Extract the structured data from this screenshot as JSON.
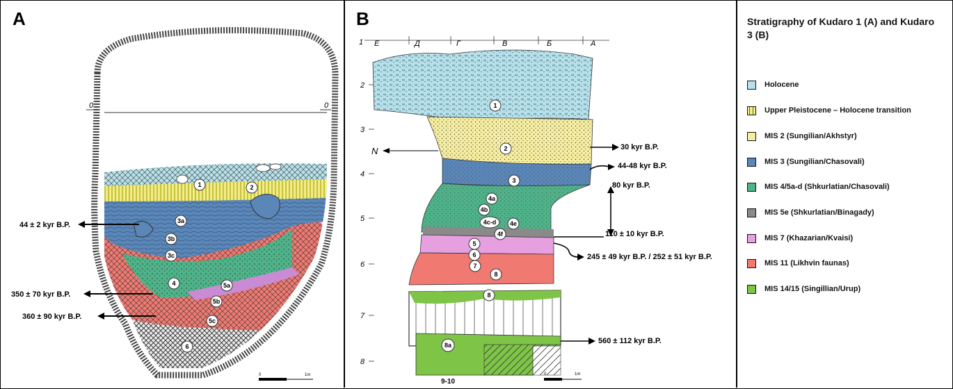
{
  "panel_a": {
    "letter": "A",
    "zero_mark_left": "0",
    "zero_mark_right": "0",
    "scale_label": "0",
    "scale_unit": "1m",
    "layers": [
      "1",
      "2",
      "3a",
      "3b",
      "3c",
      "4",
      "5a",
      "5b",
      "5c",
      "6"
    ],
    "dates": [
      "44 ± 2 kyr B.P.",
      "350 ± 70 kyr B.P.",
      "360 ± 90 kyr B.P."
    ]
  },
  "panel_b": {
    "letter": "B",
    "grid_cols": [
      "Е",
      "Д",
      "Г",
      "В",
      "Б",
      "А"
    ],
    "depth_ticks": [
      "1",
      "2",
      "3",
      "4",
      "5",
      "6",
      "7",
      "8"
    ],
    "north": "N",
    "layers": [
      "1",
      "2",
      "3",
      "4a",
      "4b",
      "4c-d",
      "4e",
      "4f",
      "5",
      "6",
      "7",
      "8",
      "8",
      "8a"
    ],
    "bottom_label": "9-10",
    "scale_label": "0",
    "scale_unit": "1m",
    "dates": [
      "30 kyr B.P.",
      "44-48 kyr B.P.",
      "80 kyr B.P.",
      "110 ± 10 kyr B.P.",
      "245 ± 49 kyr B.P. / 252 ± 51 kyr B.P.",
      "560 ± 112 kyr B.P."
    ]
  },
  "legend": {
    "title": "Stratigraphy of Kudaro 1 (A) and Kudaro 3 (B)",
    "items": [
      {
        "label": "Holocene",
        "color": "#b7e1ea"
      },
      {
        "label": "Upper Pleistocene – Holocene transition",
        "color": "#d8d45a"
      },
      {
        "label": "MIS 2 (Sungilian/Akhstyr)",
        "color": "#f5eda0"
      },
      {
        "label": "MIS 3 (Sungilian/Chasovali)",
        "color": "#5a86b8"
      },
      {
        "label": "MIS 4/5a-d (Shkurlatian/Chasovali)",
        "color": "#4fb38a"
      },
      {
        "label": "MIS 5e (Shkurlatian/Binagady)",
        "color": "#8a8a8a"
      },
      {
        "label": "MIS 7 (Khazarian/Kvaisi)",
        "color": "#e6a0e0"
      },
      {
        "label": "MIS 11 (Likhvin faunas)",
        "color": "#f07a72"
      },
      {
        "label": "MIS 14/15 (Singillian/Urup)",
        "color": "#7ec447"
      }
    ]
  }
}
